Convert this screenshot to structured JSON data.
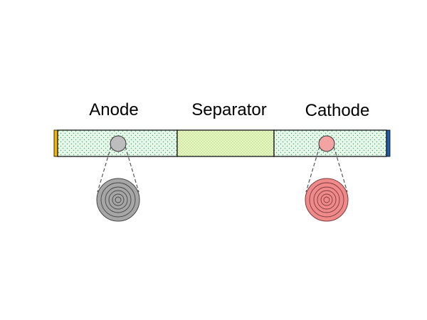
{
  "labels": {
    "anode": "Anode",
    "separator": "Separator",
    "cathode": "Cathode"
  },
  "colors": {
    "anode_collector": "#f2b705",
    "cathode_collector": "#1f5fa8",
    "electrode_fill": "#e8f8ec",
    "electrode_dots": "#3fae5a",
    "separator_fill": "#e6f5c6",
    "separator_dots": "#9ccc4a",
    "anode_particle": "#bdbdbd",
    "anode_particle_zoom": "#a6a6a6",
    "cathode_particle": "#f4a3a3",
    "cathode_particle_zoom": "#f08a8a",
    "outline": "#000000",
    "dash_line": "#555555"
  },
  "icons": {
    "anode_particle": "gray-concentric-sphere",
    "cathode_particle": "red-concentric-sphere"
  }
}
